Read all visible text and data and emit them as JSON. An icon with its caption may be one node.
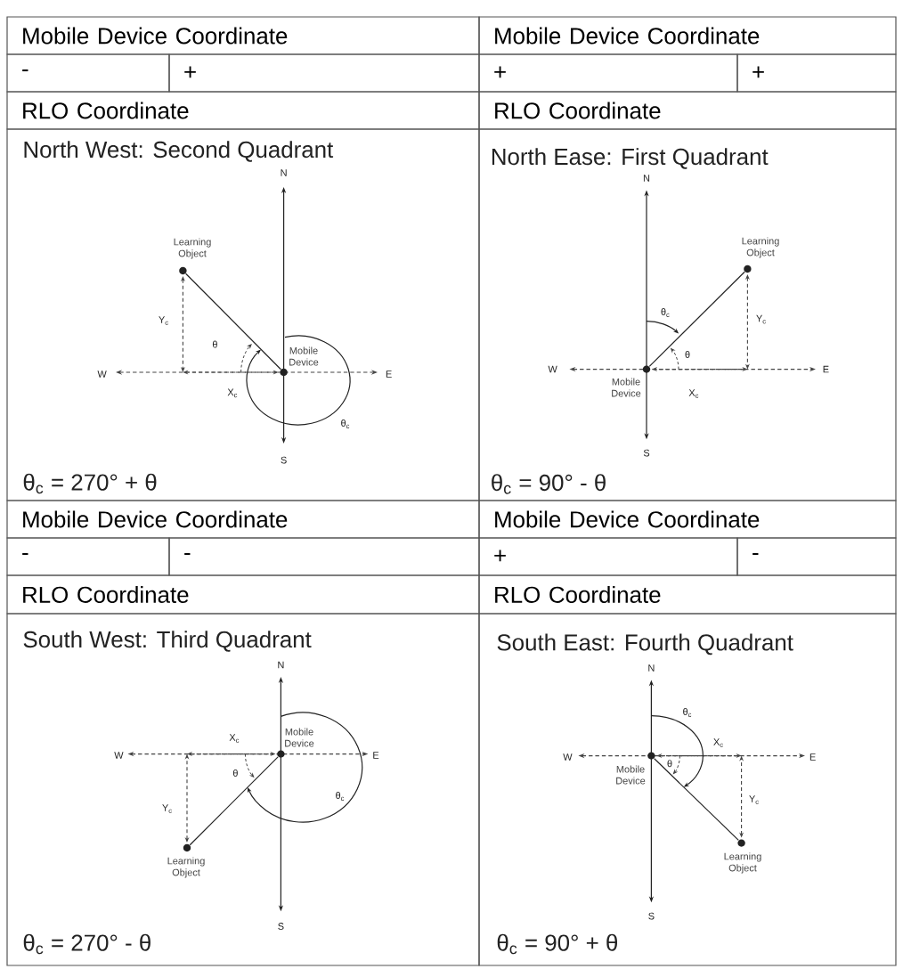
{
  "diagram": {
    "nodes": [
      {
        "text": [],
        "shape": "circle",
        "beside": [
          "Learning Object"
        ]
      },
      {
        "text": [],
        "shape": "circle",
        "beside": [
          "Mobile Device"
        ]
      },
      {
        "text": [],
        "shape": "circle",
        "beside": [
          "Learning Object"
        ]
      },
      {
        "text": [],
        "shape": "circle",
        "beside": [
          "Mobile Device"
        ]
      },
      {
        "text": [],
        "shape": "circle",
        "beside": [
          "Mobile Device"
        ]
      },
      {
        "text": [],
        "shape": "circle",
        "beside": [
          "Learning Object"
        ]
      },
      {
        "text": [],
        "shape": "circle",
        "beside": [
          "Mobile Device"
        ]
      },
      {
        "text": [],
        "shape": "circle",
        "beside": [
          "Learning Object"
        ]
      }
    ],
    "edges": [
      {
        "from": 1,
        "to": 0,
        "arrow": "none"
      },
      {
        "from": 3,
        "to": 2,
        "arrow": "none"
      },
      {
        "from": 4,
        "to": 5,
        "arrow": "none"
      },
      {
        "from": 6,
        "to": 7,
        "arrow": "none"
      }
    ],
    "labels": [
      "Mobile Device Coordinate",
      "Mobile Device Coordinate",
      "-",
      "+",
      "+",
      "+",
      "RLO Coordinate",
      "RLO Coordinate",
      "North West: Second Quadrant",
      "N",
      "Y$_{c}$",
      "θ",
      "W",
      "E",
      "X$_{c}$",
      "θ$_{c}$",
      "S",
      "θ$_{c}$ = 270° + θ",
      "North Ease: First Quadrant",
      "N",
      "θ$_{c}$",
      "Y$_{c}$",
      "θ",
      "W",
      "E",
      "X$_{c}$",
      "S",
      "θ$_{c}$ = 90° - θ",
      "Mobile Device Coordinate",
      "Mobile Device Coordinate",
      "-",
      "-",
      "+",
      "-",
      "RLO Coordinate",
      "RLO Coordinate",
      "South West: Third Quadrant",
      "N",
      "X$_{c}$",
      "W",
      "E",
      "θ",
      "Y$_{c}$",
      "θ$_{c}$",
      "S",
      "θ$_{c}$ = 270° - θ",
      "South East: Fourth Quadrant",
      "N",
      "θ$_{c}$",
      "X$_{c}$",
      "W",
      "E",
      "θ",
      "Y$_{c}$",
      "S",
      "θ$_{c}$ = 90° + θ"
    ]
  }
}
